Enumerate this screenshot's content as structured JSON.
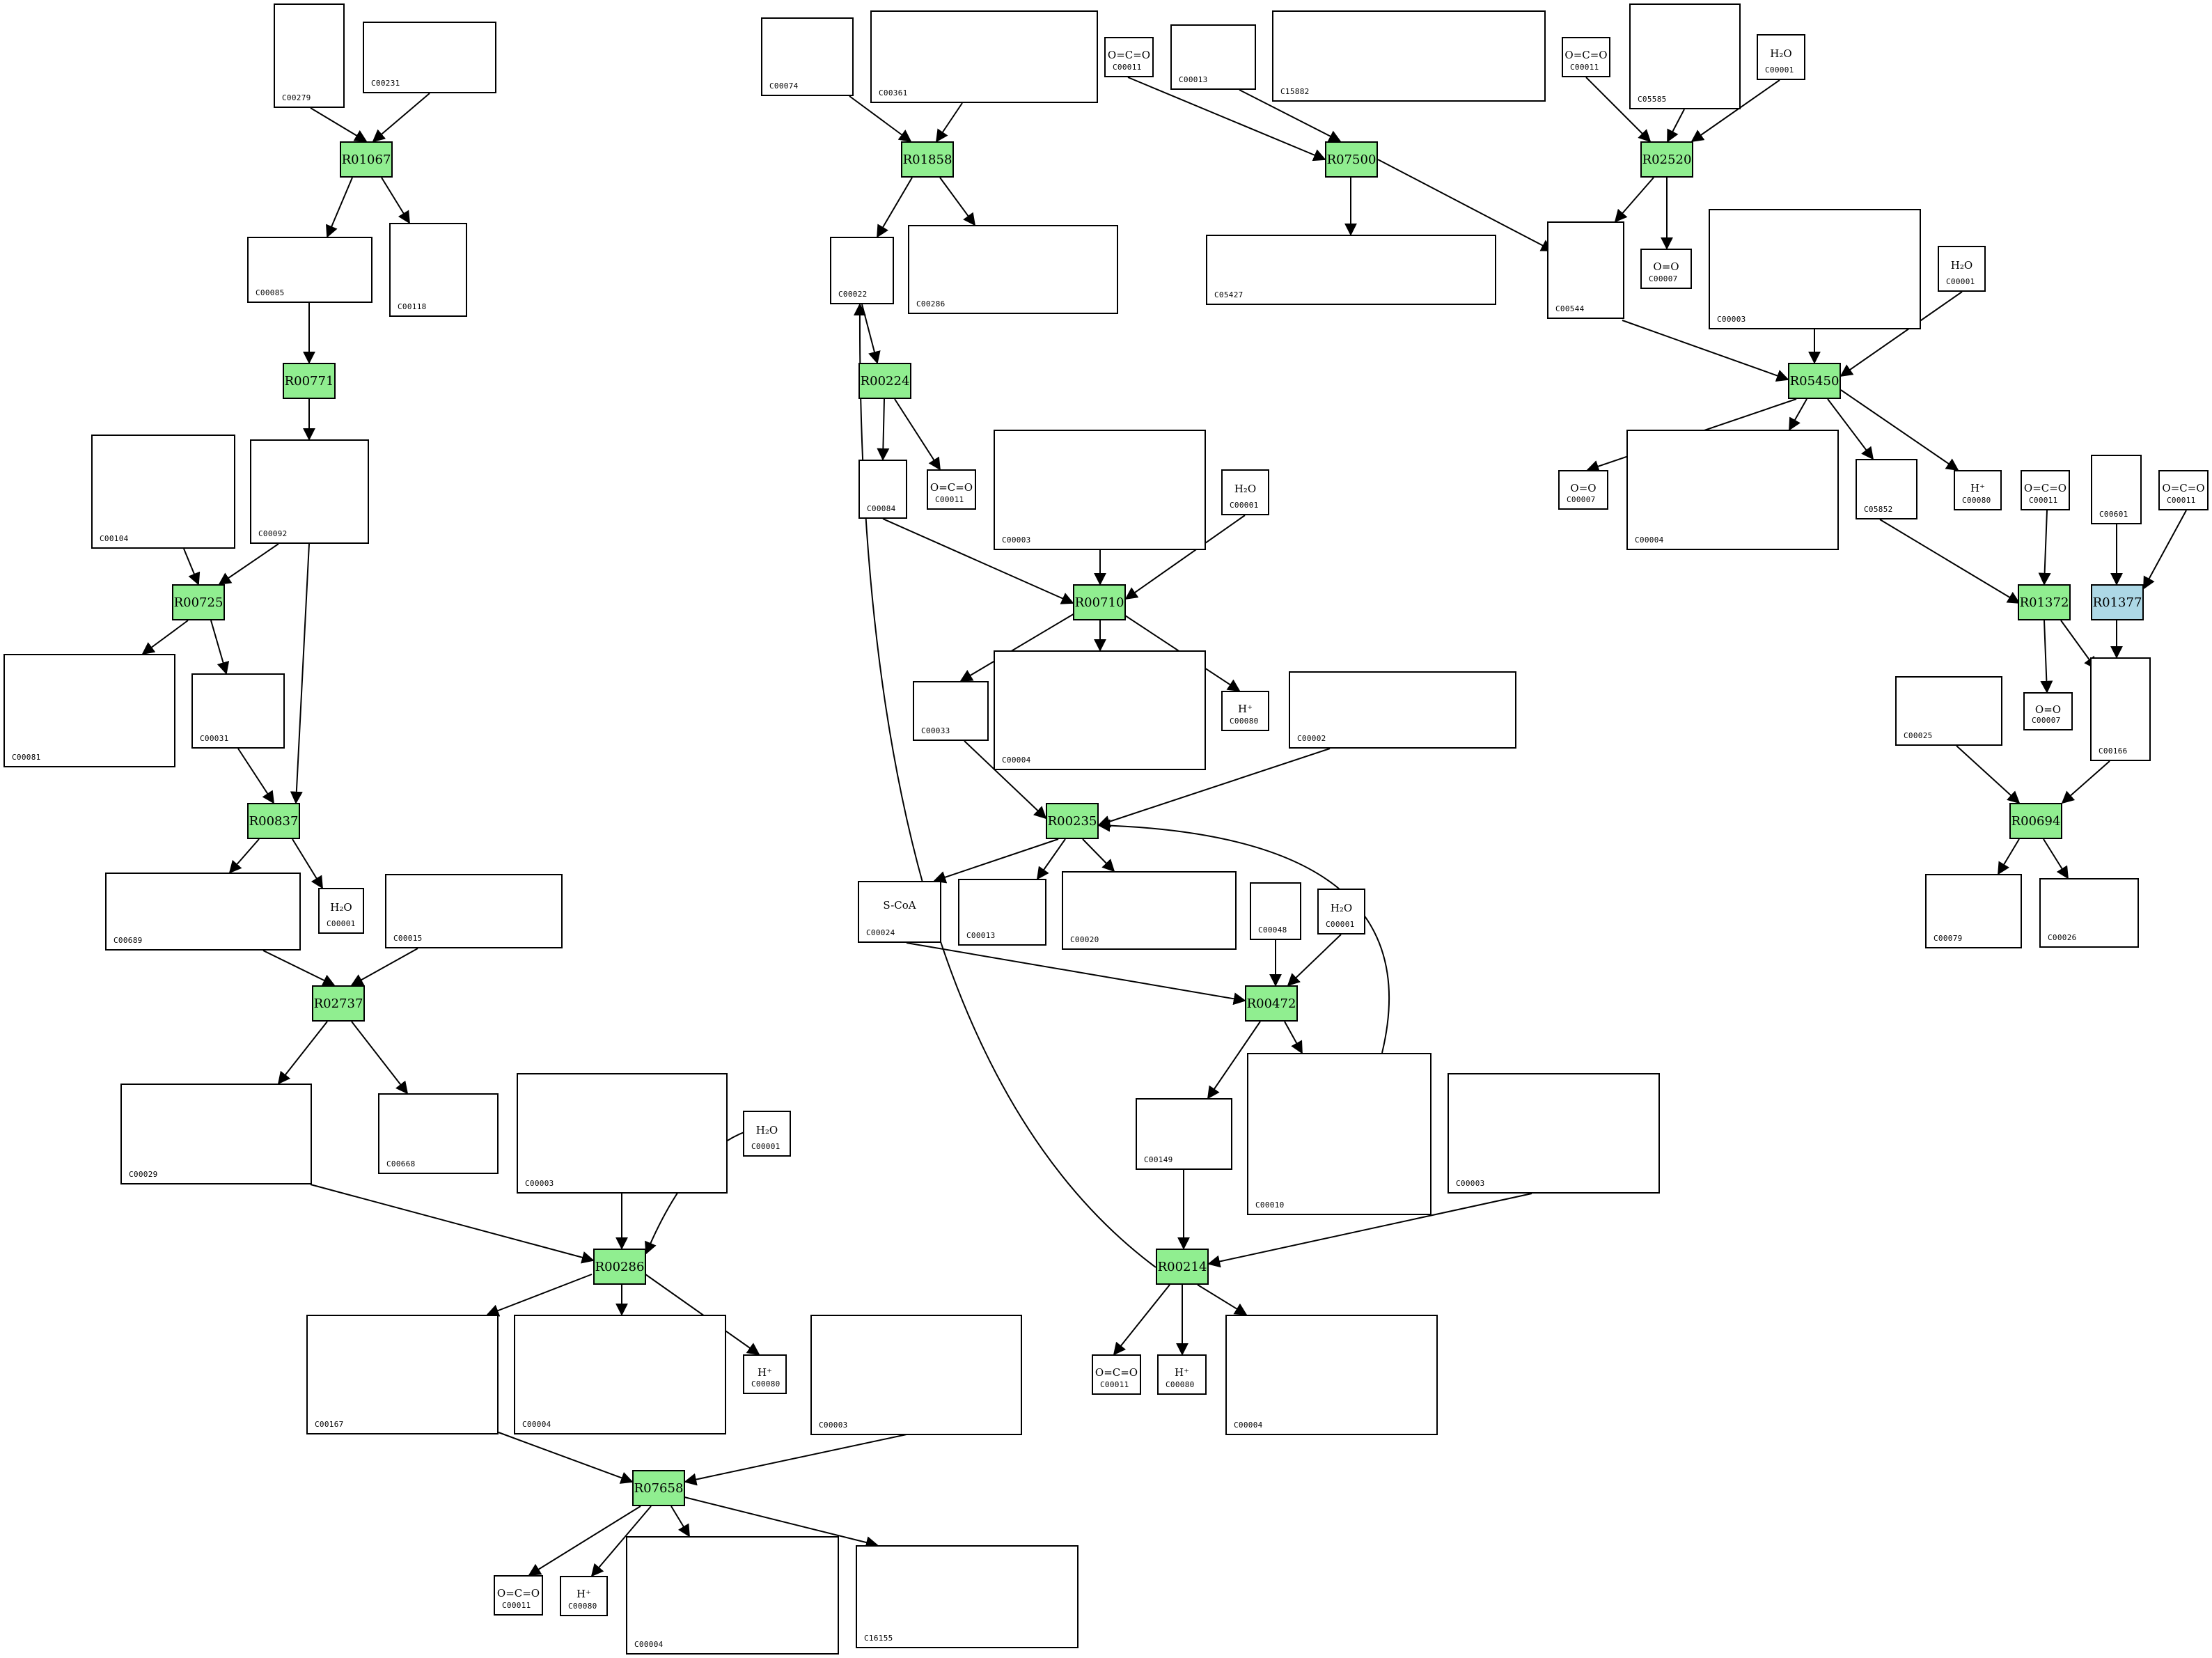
{
  "colors": {
    "reaction": "#90ee90",
    "reaction_highlight": "#add8e6",
    "edge": "#000000",
    "box": "#ffffff"
  },
  "reactions": [
    {
      "id": "R01067",
      "color": "#90ee90"
    },
    {
      "id": "R00771",
      "color": "#90ee90"
    },
    {
      "id": "R00725",
      "color": "#90ee90"
    },
    {
      "id": "R00837",
      "color": "#90ee90"
    },
    {
      "id": "R02737",
      "color": "#90ee90"
    },
    {
      "id": "R00286",
      "color": "#90ee90"
    },
    {
      "id": "R07658",
      "color": "#90ee90"
    },
    {
      "id": "R01858",
      "color": "#90ee90"
    },
    {
      "id": "R00224",
      "color": "#90ee90"
    },
    {
      "id": "R00710",
      "color": "#90ee90"
    },
    {
      "id": "R00235",
      "color": "#90ee90"
    },
    {
      "id": "R00472",
      "color": "#90ee90"
    },
    {
      "id": "R00214",
      "color": "#90ee90"
    },
    {
      "id": "R07500",
      "color": "#90ee90"
    },
    {
      "id": "R02520",
      "color": "#90ee90"
    },
    {
      "id": "R05450",
      "color": "#90ee90"
    },
    {
      "id": "R01372",
      "color": "#90ee90"
    },
    {
      "id": "R01377",
      "color": "#add8e6"
    },
    {
      "id": "R00694",
      "color": "#90ee90"
    }
  ],
  "compounds": [
    {
      "id": "C00279",
      "formula": ""
    },
    {
      "id": "C00231",
      "formula": ""
    },
    {
      "id": "C00085",
      "formula": ""
    },
    {
      "id": "C00118",
      "formula": ""
    },
    {
      "id": "C00104",
      "formula": ""
    },
    {
      "id": "C00092",
      "formula": ""
    },
    {
      "id": "C00081",
      "formula": ""
    },
    {
      "id": "C00031",
      "formula": ""
    },
    {
      "id": "C00689",
      "formula": ""
    },
    {
      "id": "C00001",
      "formula": "H₂O"
    },
    {
      "id": "C00015",
      "formula": ""
    },
    {
      "id": "C00029",
      "formula": ""
    },
    {
      "id": "C00668",
      "formula": ""
    },
    {
      "id": "C00003",
      "formula": ""
    },
    {
      "id": "C00001",
      "formula": "H₂O"
    },
    {
      "id": "C00167",
      "formula": ""
    },
    {
      "id": "C00004",
      "formula": ""
    },
    {
      "id": "C00080",
      "formula": "H⁺"
    },
    {
      "id": "C00003",
      "formula": ""
    },
    {
      "id": "C00011",
      "formula": "O=C=O"
    },
    {
      "id": "C00080",
      "formula": "H⁺"
    },
    {
      "id": "C00004",
      "formula": ""
    },
    {
      "id": "C16155",
      "formula": ""
    },
    {
      "id": "C00074",
      "formula": ""
    },
    {
      "id": "C00361",
      "formula": ""
    },
    {
      "id": "C00022",
      "formula": ""
    },
    {
      "id": "C00286",
      "formula": ""
    },
    {
      "id": "C00084",
      "formula": ""
    },
    {
      "id": "C00011",
      "formula": "O=C=O"
    },
    {
      "id": "C00003",
      "formula": ""
    },
    {
      "id": "C00001",
      "formula": "H₂O"
    },
    {
      "id": "C00033",
      "formula": ""
    },
    {
      "id": "C00004",
      "formula": ""
    },
    {
      "id": "C00080",
      "formula": "H⁺"
    },
    {
      "id": "C00002",
      "formula": ""
    },
    {
      "id": "C00024",
      "formula": "S-CoA"
    },
    {
      "id": "C00013",
      "formula": ""
    },
    {
      "id": "C00020",
      "formula": ""
    },
    {
      "id": "C00048",
      "formula": ""
    },
    {
      "id": "C00001",
      "formula": "H₂O"
    },
    {
      "id": "C00149",
      "formula": ""
    },
    {
      "id": "C00010",
      "formula": ""
    },
    {
      "id": "C00003",
      "formula": ""
    },
    {
      "id": "C00011",
      "formula": "O=C=O"
    },
    {
      "id": "C00080",
      "formula": "H⁺"
    },
    {
      "id": "C00004",
      "formula": ""
    },
    {
      "id": "C00011",
      "formula": "O=C=O"
    },
    {
      "id": "C00013",
      "formula": ""
    },
    {
      "id": "C15882",
      "formula": ""
    },
    {
      "id": "C05427",
      "formula": ""
    },
    {
      "id": "C00011",
      "formula": "O=C=O"
    },
    {
      "id": "C05585",
      "formula": ""
    },
    {
      "id": "C00001",
      "formula": "H₂O"
    },
    {
      "id": "C00544",
      "formula": ""
    },
    {
      "id": "C00007",
      "formula": "O=O"
    },
    {
      "id": "C00003",
      "formula": ""
    },
    {
      "id": "C00001",
      "formula": "H₂O"
    },
    {
      "id": "C00007",
      "formula": "O=O"
    },
    {
      "id": "C00004",
      "formula": ""
    },
    {
      "id": "C05852",
      "formula": ""
    },
    {
      "id": "C00080",
      "formula": "H⁺"
    },
    {
      "id": "C00011",
      "formula": "O=C=O"
    },
    {
      "id": "C00601",
      "formula": ""
    },
    {
      "id": "C00011",
      "formula": "O=C=O"
    },
    {
      "id": "C00007",
      "formula": "O=O"
    },
    {
      "id": "C00025",
      "formula": ""
    },
    {
      "id": "C00166",
      "formula": ""
    },
    {
      "id": "C00079",
      "formula": ""
    },
    {
      "id": "C00026",
      "formula": ""
    }
  ]
}
